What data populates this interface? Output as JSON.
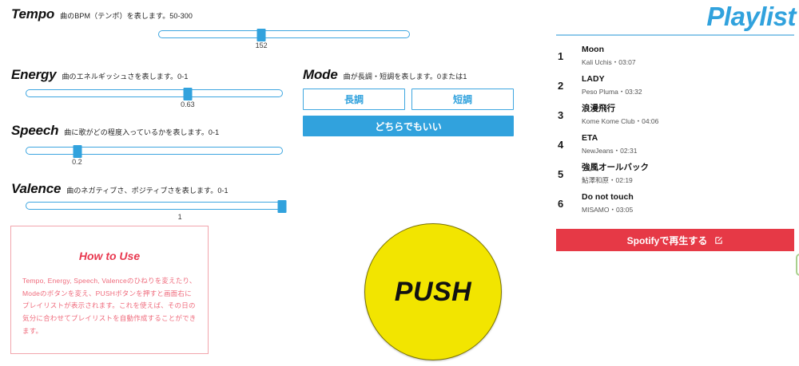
{
  "params": [
    {
      "name": "Tempo",
      "desc": "曲のBPM（テンポ）を表します。50-300",
      "value_label": "152",
      "percent": 41
    },
    {
      "name": "Energy",
      "desc": "曲のエネルギッシュさを表します。0-1",
      "value_label": "0.63",
      "percent": 63
    },
    {
      "name": "Speech",
      "desc": "曲に歌がどの程度入っているかを表します。0-1",
      "value_label": "0.2",
      "percent": 20
    },
    {
      "name": "Valence",
      "desc": "曲のネガティブさ、ポジティブさを表します。0-1",
      "value_label": "1",
      "percent": 100
    }
  ],
  "mode": {
    "name": "Mode",
    "desc": "曲が長調・短調を表します。0または1",
    "major_label": "長調",
    "minor_label": "短調",
    "any_label": "どちらでもいい"
  },
  "howto": {
    "title": "How to Use",
    "body": "Tempo, Energy, Speech, Valenceのひねりを変えたり、Modeのボタンを変え、PUSHボタンを押すと画面右にプレイリストが表示されます。これを使えば、その日の気分に合わせてプレイリストを自動作成することができます。"
  },
  "push": {
    "label": "PUSH"
  },
  "playlist": {
    "title": "Playlist",
    "tracks": [
      {
        "index": "1",
        "name": "Moon",
        "meta": "Kali Uchis・03:07"
      },
      {
        "index": "2",
        "name": "LADY",
        "meta": "Peso Pluma・03:32"
      },
      {
        "index": "3",
        "name": "浪漫飛行",
        "meta": "Kome Kome Club・04:06"
      },
      {
        "index": "4",
        "name": "ETA",
        "meta": "NewJeans・02:31"
      },
      {
        "index": "5",
        "name": "強風オールバック",
        "meta": "鮎澤和原・02:19"
      },
      {
        "index": "6",
        "name": "Do not touch",
        "meta": "MISAMO・03:05"
      }
    ],
    "spotify_label": "Spotifyで再生する"
  },
  "colors": {
    "accent_blue": "#31a2dd",
    "spotify_red": "#e63946",
    "push_yellow": "#f2e500",
    "howto_pink": "#ef6b7c"
  }
}
